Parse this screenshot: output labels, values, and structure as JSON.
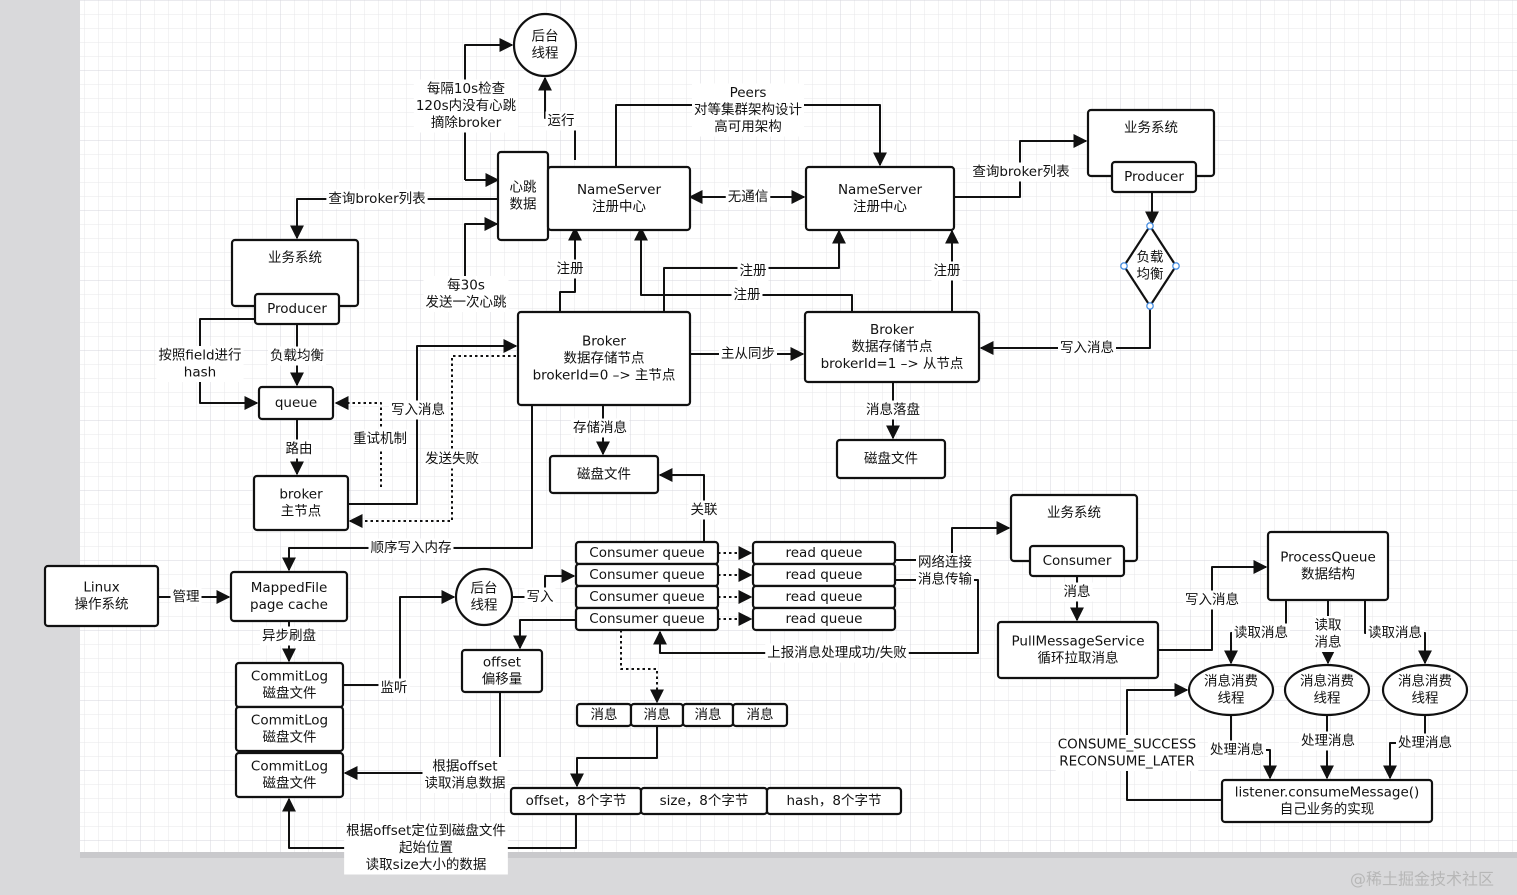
{
  "nodes": [
    {
      "id": "bg_thread_top",
      "shape": "circle",
      "lines": [
        "后台",
        "线程"
      ]
    },
    {
      "id": "heartbeat",
      "shape": "rect",
      "lines": [
        "心跳",
        "数据"
      ]
    },
    {
      "id": "ns1",
      "shape": "rect",
      "lines": [
        "NameServer",
        "注册中心"
      ]
    },
    {
      "id": "ns2",
      "shape": "rect",
      "lines": [
        "NameServer",
        "注册中心"
      ]
    },
    {
      "id": "bizsys_tr",
      "shape": "rect",
      "lines": [
        "业务系统"
      ]
    },
    {
      "id": "producer_tr",
      "shape": "rect",
      "lines": [
        "Producer"
      ]
    },
    {
      "id": "lb_diamond",
      "shape": "diamond",
      "lines": [
        "负载",
        "均衡"
      ]
    },
    {
      "id": "bizsys_l",
      "shape": "rect",
      "lines": [
        "业务系统"
      ]
    },
    {
      "id": "producer_l",
      "shape": "rect",
      "lines": [
        "Producer"
      ]
    },
    {
      "id": "queue",
      "shape": "rect",
      "lines": [
        "queue"
      ]
    },
    {
      "id": "broker_main",
      "shape": "rect",
      "lines": [
        "broker",
        "主节点"
      ]
    },
    {
      "id": "broker_master",
      "shape": "rect",
      "lines": [
        "Broker",
        "数据存储节点",
        "brokerId=0 –> 主节点"
      ]
    },
    {
      "id": "broker_slave",
      "shape": "rect",
      "lines": [
        "Broker",
        "数据存储节点",
        "brokerId=1 –>  从节点"
      ]
    },
    {
      "id": "disk_master",
      "shape": "rect",
      "lines": [
        "磁盘文件"
      ]
    },
    {
      "id": "disk_slave",
      "shape": "rect",
      "lines": [
        "磁盘文件"
      ]
    },
    {
      "id": "linux",
      "shape": "rect",
      "lines": [
        "Linux",
        "操作系统"
      ]
    },
    {
      "id": "mapped",
      "shape": "rect",
      "lines": [
        "MappedFile",
        "page cache"
      ]
    },
    {
      "id": "bg_thread_mid",
      "shape": "circle",
      "lines": [
        "后台",
        "线程"
      ]
    },
    {
      "id": "commitlog1",
      "shape": "rect",
      "lines": [
        "CommitLog",
        "磁盘文件"
      ]
    },
    {
      "id": "commitlog2",
      "shape": "rect",
      "lines": [
        "CommitLog",
        "磁盘文件"
      ]
    },
    {
      "id": "commitlog3",
      "shape": "rect",
      "lines": [
        "CommitLog",
        "磁盘文件"
      ]
    },
    {
      "id": "cq1",
      "shape": "rect",
      "lines": [
        "Consumer queue"
      ]
    },
    {
      "id": "cq2",
      "shape": "rect",
      "lines": [
        "Consumer queue"
      ]
    },
    {
      "id": "cq3",
      "shape": "rect",
      "lines": [
        "Consumer queue"
      ]
    },
    {
      "id": "cq4",
      "shape": "rect",
      "lines": [
        "Consumer queue"
      ]
    },
    {
      "id": "rq1",
      "shape": "rect",
      "lines": [
        "read queue"
      ]
    },
    {
      "id": "rq2",
      "shape": "rect",
      "lines": [
        "read queue"
      ]
    },
    {
      "id": "rq3",
      "shape": "rect",
      "lines": [
        "read queue"
      ]
    },
    {
      "id": "rq4",
      "shape": "rect",
      "lines": [
        "read queue"
      ]
    },
    {
      "id": "offset_box",
      "shape": "rect",
      "lines": [
        "offset",
        "偏移量"
      ]
    },
    {
      "id": "msg1",
      "shape": "rect",
      "lines": [
        "消息"
      ]
    },
    {
      "id": "msg2",
      "shape": "rect",
      "lines": [
        "消息"
      ]
    },
    {
      "id": "msg3",
      "shape": "rect",
      "lines": [
        "消息"
      ]
    },
    {
      "id": "msg4",
      "shape": "rect",
      "lines": [
        "消息"
      ]
    },
    {
      "id": "field_offset",
      "shape": "rect",
      "lines": [
        "offset，8个字节"
      ]
    },
    {
      "id": "field_size",
      "shape": "rect",
      "lines": [
        "size，8个字节"
      ]
    },
    {
      "id": "field_hash",
      "shape": "rect",
      "lines": [
        "hash，8个字节"
      ]
    },
    {
      "id": "bizsys_c",
      "shape": "rect",
      "lines": [
        "业务系统"
      ]
    },
    {
      "id": "consumer",
      "shape": "rect",
      "lines": [
        "Consumer"
      ]
    },
    {
      "id": "pull_service",
      "shape": "rect",
      "lines": [
        "PullMessageService",
        "循环拉取消息"
      ]
    },
    {
      "id": "process_queue",
      "shape": "rect",
      "lines": [
        "ProcessQueue",
        "数据结构"
      ]
    },
    {
      "id": "ct1",
      "shape": "circle",
      "lines": [
        "消息消费",
        "线程"
      ]
    },
    {
      "id": "ct2",
      "shape": "circle",
      "lines": [
        "消息消费",
        "线程"
      ]
    },
    {
      "id": "ct3",
      "shape": "circle",
      "lines": [
        "消息消费",
        "线程"
      ]
    },
    {
      "id": "listener",
      "shape": "rect",
      "lines": [
        "listener.consumeMessage()",
        "自己业务的实现"
      ]
    }
  ],
  "edge_labels": [
    {
      "id": "lbl_check",
      "lines": [
        "每隔10s检查",
        "120s内没有心跳",
        "摘除broker"
      ]
    },
    {
      "id": "lbl_run",
      "lines": [
        "运行"
      ]
    },
    {
      "id": "lbl_peers",
      "lines": [
        "Peers",
        "对等集群架构设计",
        "高可用架构"
      ]
    },
    {
      "id": "lbl_nocomm",
      "lines": [
        "无通信"
      ],
      "color": "#e53222"
    },
    {
      "id": "lbl_query_r",
      "lines": [
        "查询broker列表"
      ]
    },
    {
      "id": "lbl_query_l",
      "lines": [
        "查询broker列表"
      ]
    },
    {
      "id": "lbl_reg1",
      "lines": [
        "注册"
      ]
    },
    {
      "id": "lbl_reg2",
      "lines": [
        "注册"
      ]
    },
    {
      "id": "lbl_reg3",
      "lines": [
        "注册"
      ]
    },
    {
      "id": "lbl_reg4",
      "lines": [
        "注册"
      ]
    },
    {
      "id": "lbl_hb30",
      "lines": [
        "每30s",
        "发送一次心跳"
      ]
    },
    {
      "id": "lbl_hash",
      "lines": [
        "按照field进行",
        "hash"
      ]
    },
    {
      "id": "lbl_lb",
      "lines": [
        "负载均衡"
      ]
    },
    {
      "id": "lbl_write_l",
      "lines": [
        "写入消息"
      ]
    },
    {
      "id": "lbl_retry",
      "lines": [
        "重试机制"
      ]
    },
    {
      "id": "lbl_route",
      "lines": [
        "路由"
      ]
    },
    {
      "id": "lbl_sendfail",
      "lines": [
        "发送失败"
      ]
    },
    {
      "id": "lbl_sync",
      "lines": [
        "主从同步"
      ]
    },
    {
      "id": "lbl_write_r",
      "lines": [
        "写入消息"
      ]
    },
    {
      "id": "lbl_store",
      "lines": [
        "存储消息"
      ]
    },
    {
      "id": "lbl_flush",
      "lines": [
        "消息落盘"
      ]
    },
    {
      "id": "lbl_assoc",
      "lines": [
        "关联"
      ]
    },
    {
      "id": "lbl_seqwrite",
      "lines": [
        "顺序写入内存"
      ]
    },
    {
      "id": "lbl_manage",
      "lines": [
        "管理"
      ]
    },
    {
      "id": "lbl_async",
      "lines": [
        "异步刷盘"
      ]
    },
    {
      "id": "lbl_write_m",
      "lines": [
        "写入"
      ]
    },
    {
      "id": "lbl_listen",
      "lines": [
        "监听"
      ]
    },
    {
      "id": "lbl_readbyoff",
      "lines": [
        "根据offset",
        "读取消息数据"
      ]
    },
    {
      "id": "lbl_locate",
      "lines": [
        "根据offset定位到磁盘文件",
        "起始位置",
        "读取size大小的数据"
      ]
    },
    {
      "id": "lbl_net",
      "lines": [
        "网络连接",
        "消息传输"
      ]
    },
    {
      "id": "lbl_msg",
      "lines": [
        "消息"
      ]
    },
    {
      "id": "lbl_report",
      "lines": [
        "上报消息处理成功/失败"
      ]
    },
    {
      "id": "lbl_write_pq",
      "lines": [
        "写入消息"
      ]
    },
    {
      "id": "lbl_read1",
      "lines": [
        "读取消息"
      ]
    },
    {
      "id": "lbl_read2",
      "lines": [
        "读取",
        "消息"
      ]
    },
    {
      "id": "lbl_read3",
      "lines": [
        "读取消息"
      ]
    },
    {
      "id": "lbl_proc1",
      "lines": [
        "处理消息"
      ]
    },
    {
      "id": "lbl_proc2",
      "lines": [
        "处理消息"
      ]
    },
    {
      "id": "lbl_proc3",
      "lines": [
        "处理消息"
      ]
    },
    {
      "id": "lbl_result",
      "lines": [
        "CONSUME_SUCCESS",
        "RECONSUME_LATER"
      ]
    }
  ],
  "watermark": "@稀土掘金技术社区"
}
